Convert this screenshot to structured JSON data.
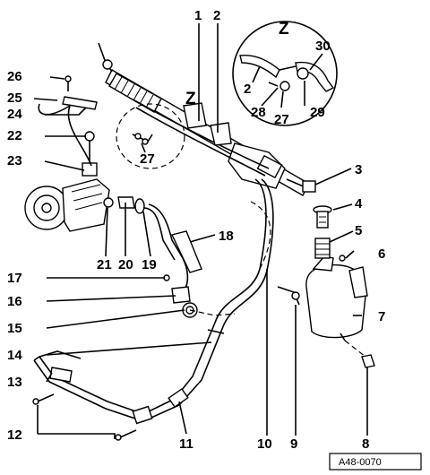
{
  "diagram": {
    "reference_code": "A48-0070",
    "detail_label": "Z",
    "callouts": [
      {
        "id": "c1",
        "text": "1"
      },
      {
        "id": "c2",
        "text": "2"
      },
      {
        "id": "c3",
        "text": "3"
      },
      {
        "id": "c4",
        "text": "4"
      },
      {
        "id": "c5",
        "text": "5"
      },
      {
        "id": "c6",
        "text": "6"
      },
      {
        "id": "c7",
        "text": "7"
      },
      {
        "id": "c8",
        "text": "8"
      },
      {
        "id": "c9",
        "text": "9"
      },
      {
        "id": "c10",
        "text": "10"
      },
      {
        "id": "c11",
        "text": "11"
      },
      {
        "id": "c12",
        "text": "12"
      },
      {
        "id": "c13",
        "text": "13"
      },
      {
        "id": "c14",
        "text": "14"
      },
      {
        "id": "c15",
        "text": "15"
      },
      {
        "id": "c16",
        "text": "16"
      },
      {
        "id": "c17",
        "text": "17"
      },
      {
        "id": "c18",
        "text": "18"
      },
      {
        "id": "c19",
        "text": "19"
      },
      {
        "id": "c20",
        "text": "20"
      },
      {
        "id": "c21",
        "text": "21"
      },
      {
        "id": "c22",
        "text": "22"
      },
      {
        "id": "c23",
        "text": "23"
      },
      {
        "id": "c24",
        "text": "24"
      },
      {
        "id": "c25",
        "text": "25"
      },
      {
        "id": "c26",
        "text": "26"
      },
      {
        "id": "c27",
        "text": "27"
      },
      {
        "id": "c28",
        "text": "28"
      },
      {
        "id": "c29",
        "text": "29"
      },
      {
        "id": "c30",
        "text": "30"
      }
    ],
    "inset_callouts": [
      {
        "id": "i2",
        "text": "2"
      },
      {
        "id": "i27",
        "text": "27"
      },
      {
        "id": "i28",
        "text": "28"
      },
      {
        "id": "i29",
        "text": "29"
      },
      {
        "id": "i30",
        "text": "30"
      }
    ]
  }
}
